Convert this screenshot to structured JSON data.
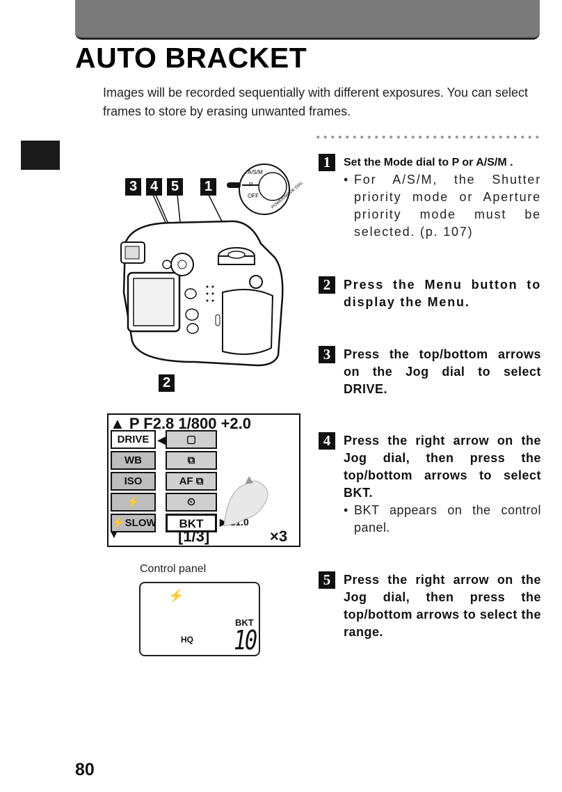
{
  "title": "AUTO BRACKET",
  "intro": "Images will be recorded sequentially with different exposures. You can select frames to store by erasing unwanted frames.",
  "steps": [
    {
      "num": "1",
      "text": "Set the Mode dial to P or A/S/M .",
      "bullet": "For A/S/M, the Shutter priority mode or Aperture priority mode must be selected. (p. 107)"
    },
    {
      "num": "2",
      "text": "Press the Menu button to display the Menu."
    },
    {
      "num": "3",
      "text": "Press the top/bottom arrows on the Jog dial to select DRIVE."
    },
    {
      "num": "4",
      "text": "Press the right arrow on the Jog dial, then press the top/bottom arrows to select BKT.",
      "bullet": "BKT appears on the control panel."
    },
    {
      "num": "5",
      "text": "Press the right arrow on the Jog dial, then press the top/bottom arrows to select the range."
    }
  ],
  "camera_callouts": {
    "n3": "3",
    "n4": "4",
    "n5": "5",
    "n1": "1",
    "n2": "2"
  },
  "mode_dial": {
    "a": "A/S/M",
    "p": "P",
    "off": "OFF",
    "power": "POWER/MODE DIAL"
  },
  "lcd": {
    "top_line": "▲ P F2.8  1/800 +2.0",
    "menu": [
      "DRIVE",
      "WB",
      "ISO",
      "⚡",
      "⚡SLOW"
    ],
    "options": [
      "▢",
      "⧉",
      "AF ⧉",
      "⏲",
      "BKT"
    ],
    "bkt_value": "▶ ±1.0",
    "frame": "[1/3]",
    "count": "×3",
    "down_arrow": "▼"
  },
  "control_panel": {
    "label": "Control panel",
    "flash": "⚡",
    "bkt": "BKT",
    "hq": "HQ",
    "number": "10"
  },
  "page_number": "80"
}
